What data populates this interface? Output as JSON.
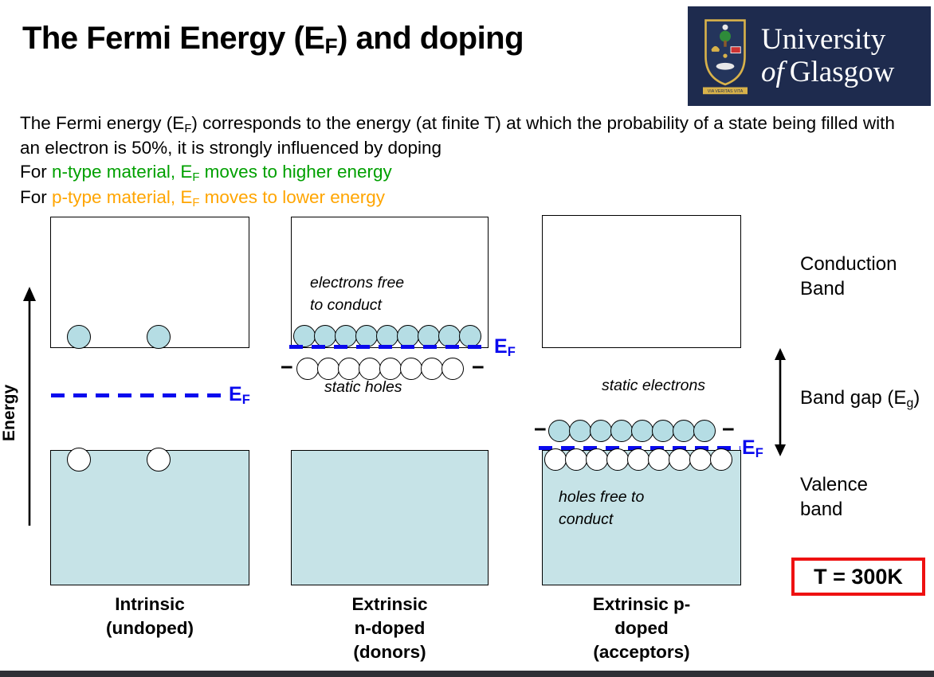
{
  "title": {
    "pre": "The Fermi Energy (E",
    "sub": "F",
    "post": ") and doping"
  },
  "logo": {
    "line1": "University",
    "line2_of": "of",
    "line2_rest": "Glasgow",
    "motto": "VIA VERITAS VITA"
  },
  "intro": {
    "line1_pre": "The Fermi energy (E",
    "line1_sub": "F",
    "line1_post": ") corresponds to the energy (at finite T) at which the probability of a state being filled with an electron is 50%, it is strongly influenced by doping",
    "n_prefix": "For ",
    "n_pre": "n-type material, E",
    "n_sub": "F",
    "n_post": " moves to higher energy",
    "p_prefix": "For ",
    "p_pre": "p-type material, E",
    "p_sub": "F",
    "p_post": " moves to lower energy"
  },
  "axis": {
    "label": "Energy"
  },
  "ef": {
    "main": "E",
    "sub": "F"
  },
  "minus": "−",
  "diagrams": [
    {
      "caption": "Intrinsic\n(undoped)",
      "cb_electrons": 2,
      "vb_holes": 2
    },
    {
      "caption": "Extrinsic\nn-doped\n(donors)",
      "cb_note": "electrons free\nto conduct",
      "free_electrons": 9,
      "static_holes": 8,
      "static_label": "static holes"
    },
    {
      "caption": "Extrinsic p-\ndoped\n(acceptors)",
      "static_label": "static electrons",
      "static_electrons": 8,
      "free_holes": 9,
      "vb_note": "holes free to\nconduct"
    }
  ],
  "side": {
    "conduction": "Conduction\nBand",
    "band_gap_pre": "Band gap (E",
    "band_gap_sub": "g",
    "band_gap_post": ")",
    "valence": "Valence\nband",
    "temperature": "T = 300K"
  },
  "colors": {
    "n_type_green": "#00a000",
    "p_type_orange": "#ffa500",
    "fermi_blue": "#0a0aee",
    "band_fill": "#c6e3e7",
    "logo_navy": "#1e2b4e",
    "temp_box_red": "#ee1111"
  }
}
